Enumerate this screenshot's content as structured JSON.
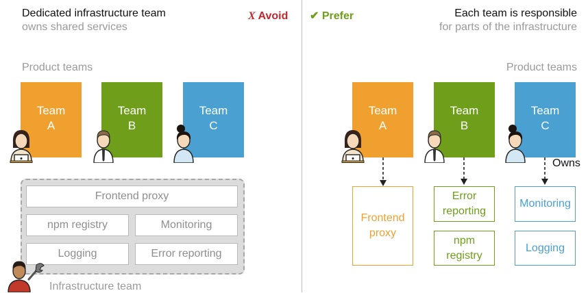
{
  "left": {
    "title": "Dedicated infrastructure team",
    "subtitle": "owns shared services",
    "badge": {
      "symbol": "X",
      "label": "Avoid",
      "color": "#c2272d"
    },
    "section_label": "Product teams",
    "teams": [
      {
        "line1": "Team",
        "line2": "A",
        "color": "#f0a02e"
      },
      {
        "line1": "Team",
        "line2": "B",
        "color": "#6e9e1a"
      },
      {
        "line1": "Team",
        "line2": "C",
        "color": "#4aa0d0"
      }
    ],
    "services": {
      "frontend": "Frontend proxy",
      "npm": "npm registry",
      "monitoring": "Monitoring",
      "logging": "Logging",
      "error": "Error reporting"
    },
    "infra_label": "Infrastructure team"
  },
  "right": {
    "title": "Each team is responsible",
    "subtitle": "for parts of the infrastructure",
    "badge": {
      "symbol": "✔",
      "label": "Prefer",
      "color": "#6e9e1a"
    },
    "section_label": "Product teams",
    "teams": [
      {
        "line1": "Team",
        "line2": "A",
        "color": "#f0a02e"
      },
      {
        "line1": "Team",
        "line2": "B",
        "color": "#6e9e1a"
      },
      {
        "line1": "Team",
        "line2": "C",
        "color": "#4aa0d0"
      }
    ],
    "owns_label": "Owns",
    "services": {
      "a1": {
        "line1": "Frontend",
        "line2": "proxy"
      },
      "b1": {
        "line1": "Error",
        "line2": "reporting"
      },
      "b2": {
        "line1": "npm",
        "line2": "registry"
      },
      "c1": {
        "line1": "Monitoring"
      },
      "c2": {
        "line1": "Logging"
      }
    }
  }
}
